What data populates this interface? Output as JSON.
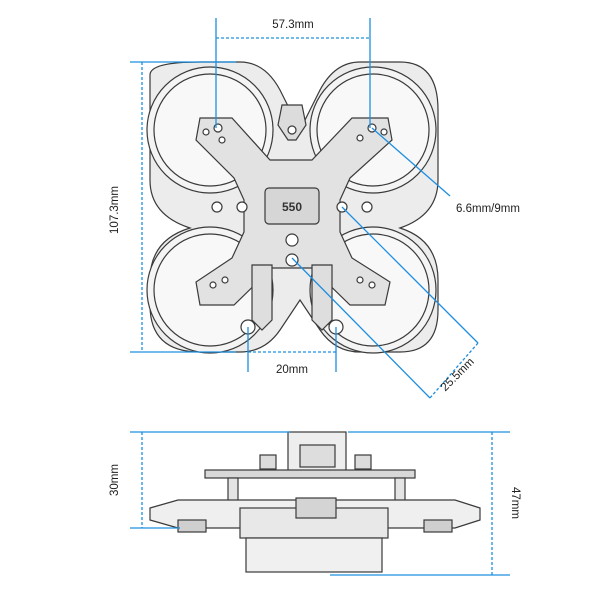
{
  "figure": {
    "top_view": {
      "frame_label": "550",
      "dimensions": {
        "motor_spacing": "57.3mm",
        "total_height": "107.3mm",
        "mount_hole": "6.6mm/9mm",
        "stack_diagonal": "25.5mm",
        "rear_width": "20mm"
      }
    },
    "side_view": {
      "dimensions": {
        "height_low": "30mm",
        "height_total": "47mm"
      }
    },
    "colors": {
      "dimension_line": "#1e8fe0",
      "outline": "#3a3a3a",
      "frame_fill": "#e6e6e6",
      "duct_fill": "#f2f2f2"
    }
  }
}
